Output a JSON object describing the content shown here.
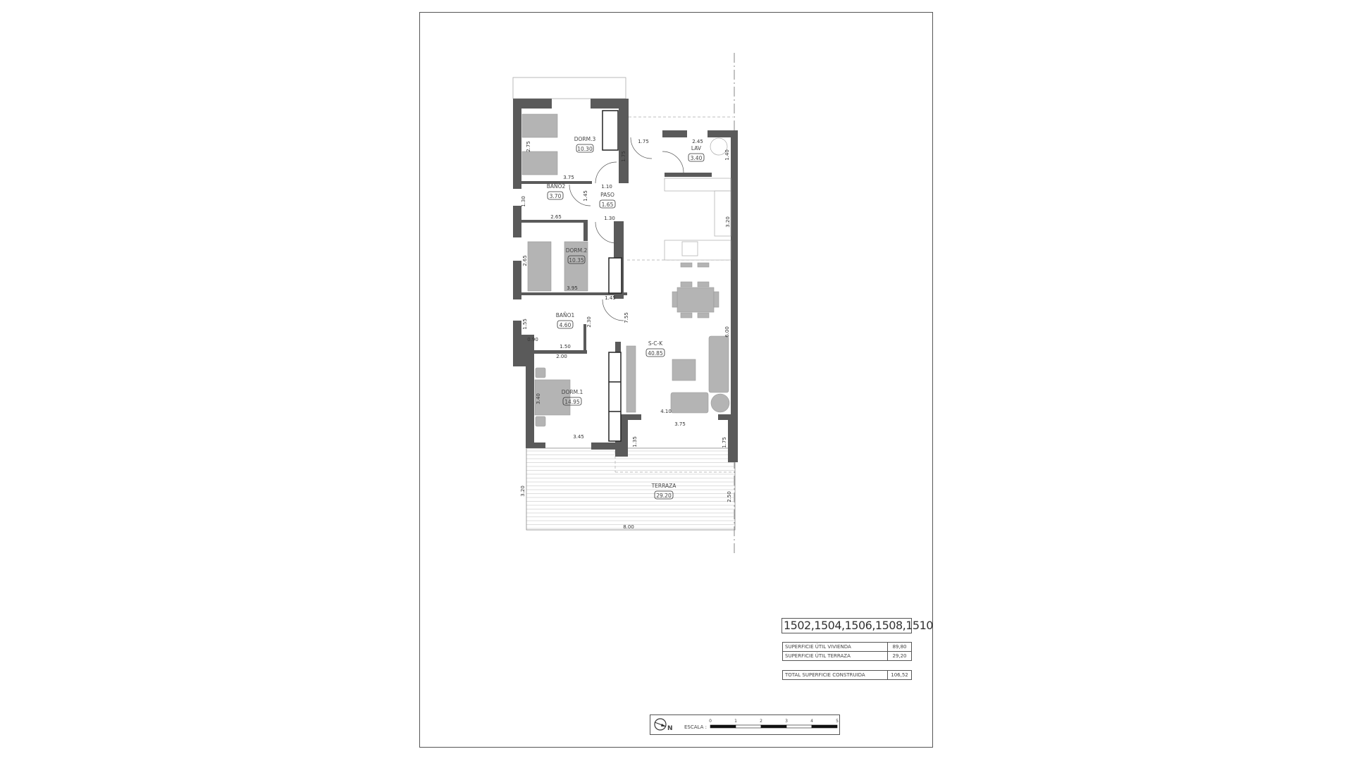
{
  "plan": {
    "rooms": [
      {
        "name": "DORM.3",
        "area": "10.30"
      },
      {
        "name": "LAV",
        "area": "3.40"
      },
      {
        "name": "BAÑO2",
        "area": "3.70"
      },
      {
        "name": "PASO",
        "area": "1.65"
      },
      {
        "name": "DORM.2",
        "area": "10.35"
      },
      {
        "name": "BAÑO1",
        "area": "4.60"
      },
      {
        "name": "S-C-K",
        "area": "40.85"
      },
      {
        "name": "DORM.1",
        "area": "14.95"
      },
      {
        "name": "TERRAZA",
        "area": "29.20"
      }
    ],
    "dimensions": [
      "2.75",
      "1.75",
      "1.75",
      "2.45",
      "1.40",
      "3.75",
      "1.10",
      "1.45",
      "1.30",
      "2.65",
      "3.20",
      "1.30",
      "2.65",
      "3.95",
      "1.45",
      "7.55",
      "1.55",
      "2.30",
      "0.90",
      "1.50",
      "2.00",
      "6.00",
      "3.40",
      "4.10",
      "3.75",
      "3.45",
      "1.35",
      "1.75",
      "3.20",
      "2.50",
      "8.00"
    ]
  },
  "title_block": {
    "units": "1502,1504,1506,1508,1510",
    "rows": [
      {
        "label": "SUPERFICIE ÚTIL VIVIENDA",
        "value": "89,80"
      },
      {
        "label": "SUPERFICIE ÚTIL TERRAZA",
        "value": "29,20"
      }
    ],
    "total": {
      "label": "TOTAL SUPERFICIE CONSTRUIDA",
      "value": "106,52"
    }
  },
  "scale": {
    "north_label": "N",
    "label": "ESCALA :",
    "ticks": [
      "0",
      "1",
      "2",
      "3",
      "4",
      "5"
    ]
  },
  "colors": {
    "wall": "#5a5a5a",
    "furniture": "#b4b4b4",
    "line": "#555555"
  }
}
